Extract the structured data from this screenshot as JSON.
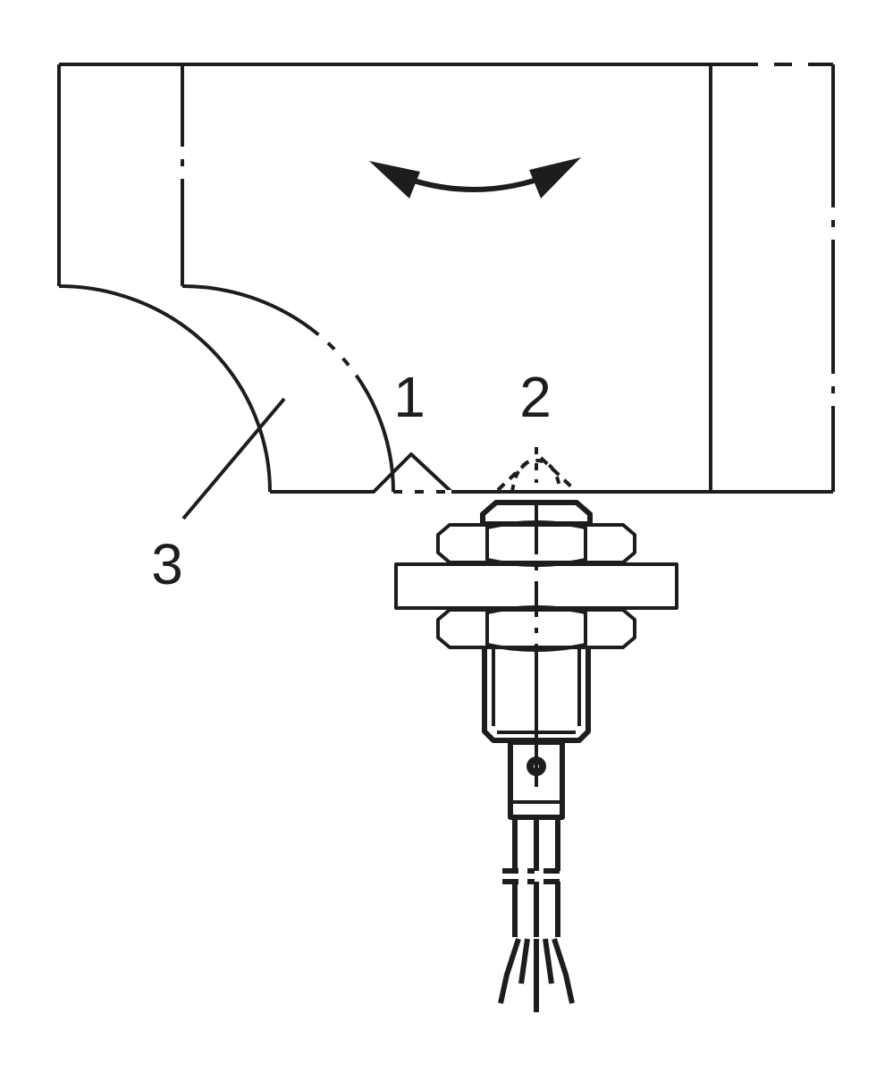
{
  "diagram": {
    "labels": {
      "label_1": "1",
      "label_2": "2",
      "label_3": "3"
    },
    "colors": {
      "line": "#1d1d1b",
      "background": "#ffffff"
    },
    "icons": [
      "double-headed-rotation-arrow-icon"
    ]
  }
}
